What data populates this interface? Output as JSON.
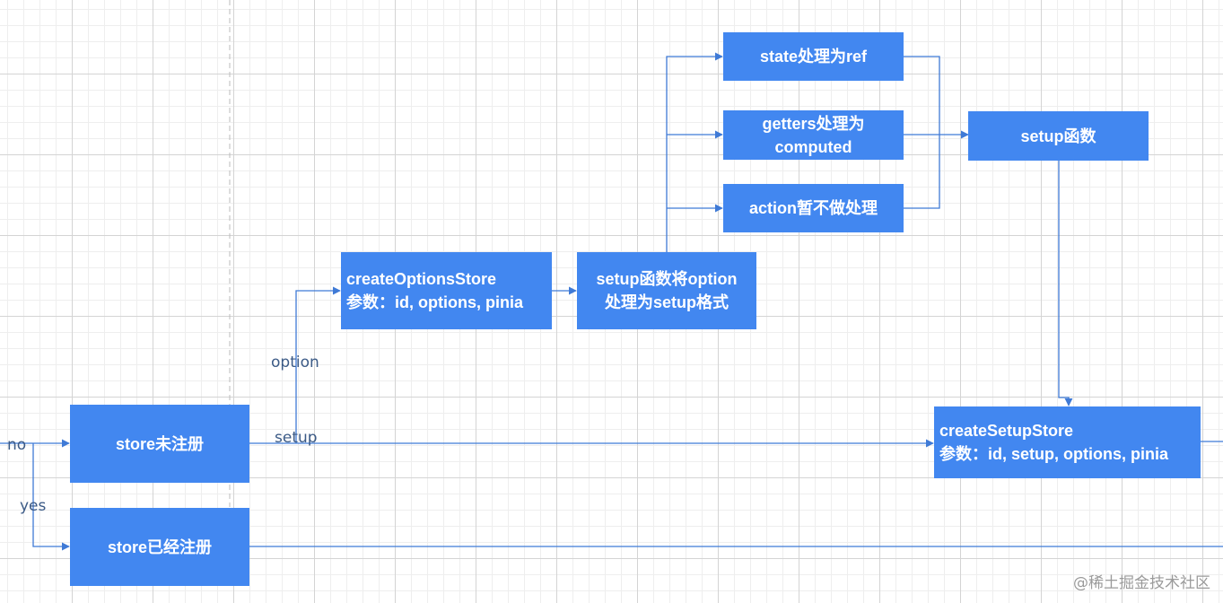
{
  "nodes": {
    "unregistered": "store未注册",
    "registered": "store已经注册",
    "create_options_store": [
      "createOptionsStore",
      "参数：id, options, pinia"
    ],
    "setup_convert": [
      "setup函数将option",
      "处理为setup格式"
    ],
    "state_ref": "state处理为ref",
    "getters_computed": [
      "getters处理为",
      "computed"
    ],
    "action": "action暂不做处理",
    "setup_fn": "setup函数",
    "create_setup_store": [
      "createSetupStore",
      "参数：id, setup, options, pinia"
    ]
  },
  "labels": {
    "no": "no",
    "yes": "yes",
    "option": "option",
    "setup": "setup"
  },
  "colors": {
    "node_fill": "#4287f0",
    "edge": "#3f7ad6",
    "dashed_divider": "#bbbbbb"
  },
  "watermark": "@稀土掘金技术社区"
}
